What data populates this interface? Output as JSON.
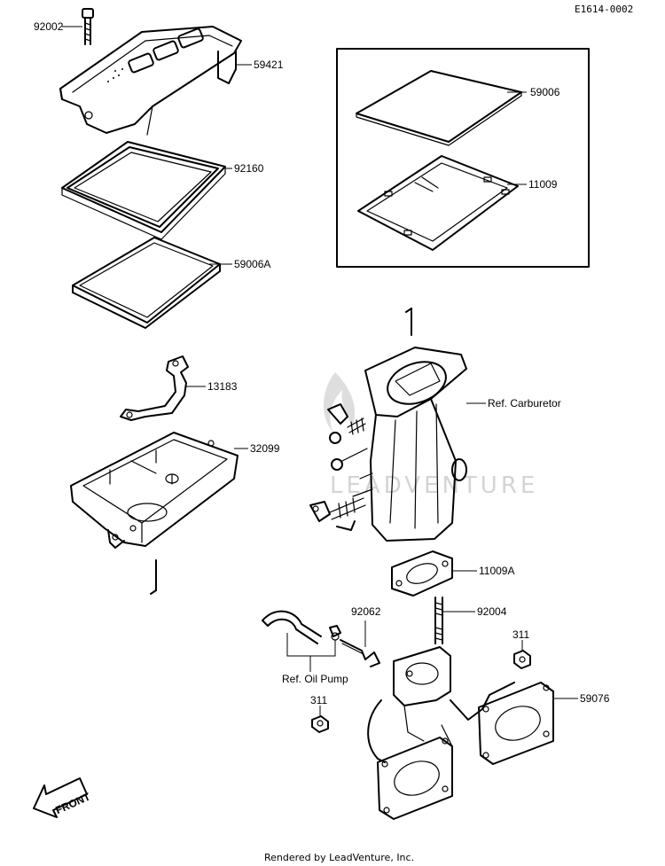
{
  "drawing_code": "E1614-0002",
  "footer": "Rendered by LeadVenture, Inc.",
  "watermark": "LEADVENTURE",
  "front_arrow_label": "FRONT",
  "parts": {
    "p92002": "92002",
    "p59421": "59421",
    "p92160": "92160",
    "p59006A": "59006A",
    "p59006": "59006",
    "p11009": "11009",
    "p13183": "13183",
    "p32099": "32099",
    "ref_carburetor": "Ref. Carburetor",
    "p11009A": "11009A",
    "p92062": "92062",
    "p92004": "92004",
    "p311_right": "311",
    "ref_oil_pump": "Ref. Oil Pump",
    "p311_left": "311",
    "p59076": "59076"
  },
  "colors": {
    "line": "#000000",
    "background": "#ffffff",
    "watermark": "#d4d4d4"
  }
}
